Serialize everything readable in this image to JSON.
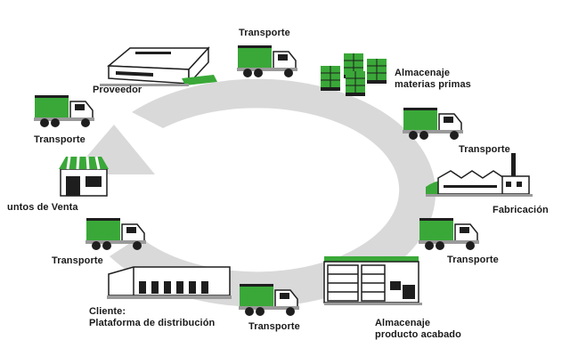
{
  "diagram": {
    "colors": {
      "ring": "#d9d9d9",
      "accent": "#3aa838",
      "dark": "#1e1e1e",
      "mid": "#9a9a9a"
    },
    "stages": [
      {
        "id": "transporte-1",
        "label": "Transporte",
        "icon": "truck-icon"
      },
      {
        "id": "almacenaje-materias",
        "label_lines": [
          "Almacenaje",
          "materias primas"
        ],
        "icon": "pallets-icon"
      },
      {
        "id": "transporte-2",
        "label": "Transporte",
        "icon": "truck-icon"
      },
      {
        "id": "fabricacion",
        "label": "Fabricación",
        "icon": "factory-icon"
      },
      {
        "id": "transporte-3",
        "label": "Transporte",
        "icon": "truck-icon"
      },
      {
        "id": "almacenaje-producto",
        "label_lines": [
          "Almacenaje",
          "producto acabado"
        ],
        "icon": "warehouse-icon"
      },
      {
        "id": "transporte-4",
        "label": "Transporte",
        "icon": "truck-icon"
      },
      {
        "id": "cliente",
        "label_lines": [
          "Cliente:",
          "Plataforma de distribución"
        ],
        "icon": "distribution-center-icon"
      },
      {
        "id": "transporte-5",
        "label": "Transporte",
        "icon": "truck-icon"
      },
      {
        "id": "puntos-venta",
        "label": "untos de Venta",
        "icon": "store-icon"
      },
      {
        "id": "transporte-6",
        "label": "Transporte",
        "icon": "truck-icon"
      },
      {
        "id": "proveedor",
        "label": "Proveedor",
        "icon": "supplier-building-icon"
      }
    ]
  }
}
